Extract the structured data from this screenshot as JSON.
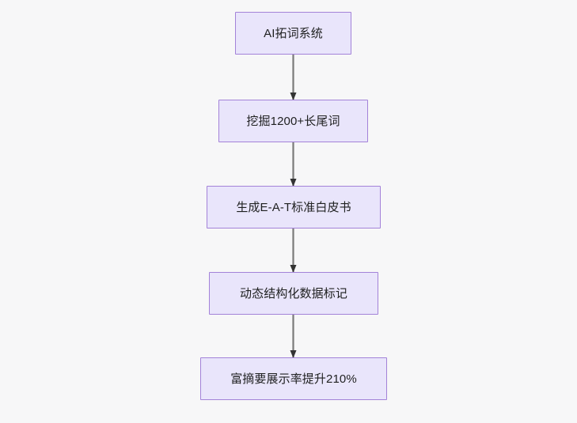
{
  "diagram": {
    "type": "flowchart",
    "direction": "top-to-bottom",
    "background_color": "#f7f7f8",
    "node_fill_color": "#e9e5fb",
    "node_border_color": "#a382d8",
    "node_text_color": "#1f2020",
    "edge_color": "#7b7b7b",
    "arrowhead_color": "#333333",
    "nodes": [
      {
        "id": "n0",
        "label": "AI拓词系统"
      },
      {
        "id": "n1",
        "label": "挖掘1200+长尾词"
      },
      {
        "id": "n2",
        "label": "生成E-A-T标准白皮书"
      },
      {
        "id": "n3",
        "label": "动态结构化数据标记"
      },
      {
        "id": "n4",
        "label": "富摘要展示率提升210%"
      }
    ],
    "edges": [
      {
        "from": "n0",
        "to": "n1",
        "label": ""
      },
      {
        "from": "n1",
        "to": "n2",
        "label": ""
      },
      {
        "from": "n2",
        "to": "n3",
        "label": ""
      },
      {
        "from": "n3",
        "to": "n4",
        "label": ""
      }
    ]
  }
}
